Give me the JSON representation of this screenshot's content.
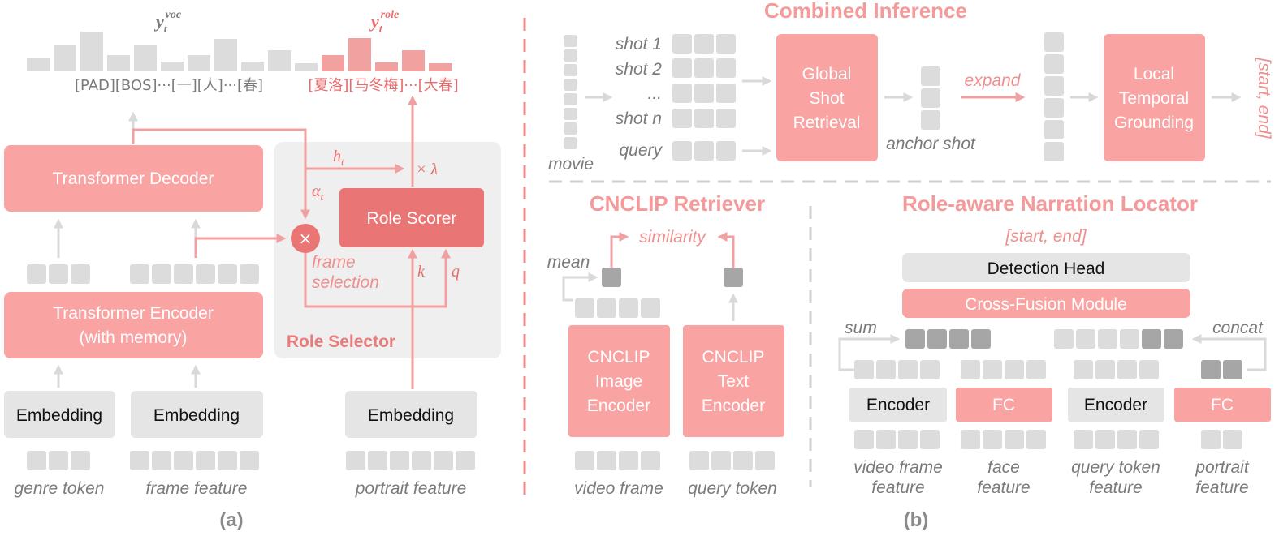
{
  "panel_a": {
    "label": "(a)",
    "y_voc_base": "y",
    "y_voc_sub": "t",
    "y_voc_sup": "voc",
    "y_role_base": "y",
    "y_role_sub": "t",
    "y_role_sup": "role",
    "vocab_tokens": "[PAD][BOS]···[一][人]···[春]",
    "role_tokens": "[夏洛][马冬梅]···[大春]",
    "decoder": "Transformer Decoder",
    "encoder_line1": "Transformer Encoder",
    "encoder_line2": "(with memory)",
    "embedding": "Embedding",
    "genre_token": "genre token",
    "frame_feature": "frame feature",
    "portrait_feature": "portrait feature",
    "role_scorer": "Role Scorer",
    "role_selector": "Role Selector",
    "h_base": "h",
    "h_sub": "t",
    "alpha_base": "α",
    "alpha_sub": "t",
    "lambda": "× λ",
    "times": "×",
    "frame_selection_1": "frame",
    "frame_selection_2": "selection",
    "k": "k",
    "q": "q"
  },
  "panel_b": {
    "label": "(b)",
    "combined_title": "Combined Inference",
    "shots": [
      "shot 1",
      "shot 2",
      "...",
      "shot n"
    ],
    "query": "query",
    "movie": "movie",
    "global_retrieval": [
      "Global",
      "Shot",
      "Retrieval"
    ],
    "anchor_shot": "anchor shot",
    "expand": "expand",
    "local_grounding": [
      "Local",
      "Temporal",
      "Grounding"
    ],
    "output_range": "[start, end]",
    "cnclip_title": "CNCLIP Retriever",
    "similarity": "similarity",
    "mean": "mean",
    "image_encoder": [
      "CNCLIP",
      "Image",
      "Encoder"
    ],
    "text_encoder": [
      "CNCLIP",
      "Text",
      "Encoder"
    ],
    "video_frame": "video frame",
    "query_token": "query token",
    "locator_title": "Role-aware Narration Locator",
    "locator_output": "[start, end]",
    "detection_head": "Detection Head",
    "cross_fusion": "Cross-Fusion Module",
    "sum": "sum",
    "concat": "concat",
    "encoder": "Encoder",
    "fc": "FC",
    "feature_labels": [
      [
        "video frame",
        "feature"
      ],
      [
        "face",
        "feature"
      ],
      [
        "query token",
        "feature"
      ],
      [
        "portrait",
        "feature"
      ]
    ]
  },
  "colors": {
    "pink": "#f9a3a3",
    "dark_pink": "#ea7575",
    "gray_box": "#e5e5e5",
    "cell_gray": "#dcdcdc",
    "cell_dark": "#a6a6a6"
  }
}
